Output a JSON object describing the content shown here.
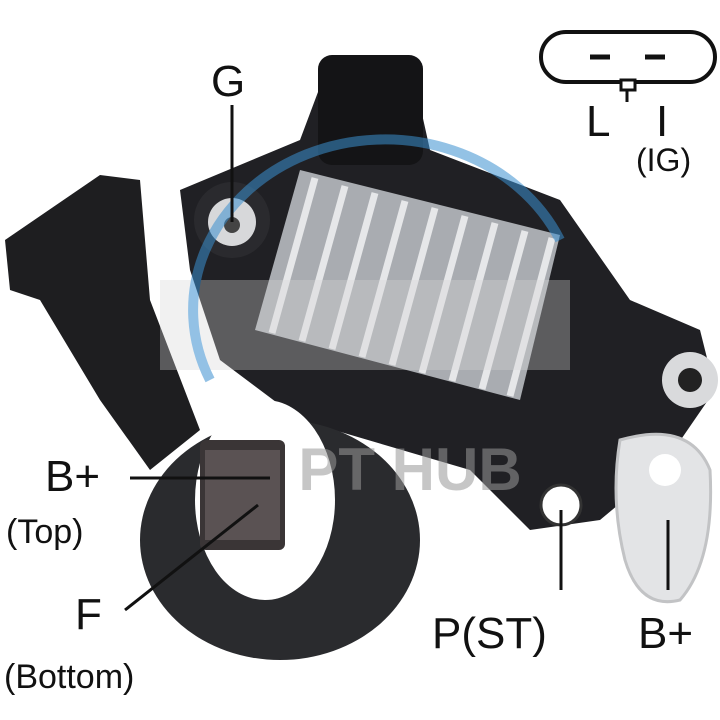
{
  "labels": {
    "g": "G",
    "l": "L",
    "i": "I",
    "ig": "(IG)",
    "b_plus_top": "B+",
    "top": "(Top)",
    "f": "F",
    "bottom": "(Bottom)",
    "p_st": "P(ST)",
    "b_plus_right": "B+"
  },
  "watermark": "PT HUB",
  "colors": {
    "housing": "#1c1c1e",
    "heatsink": "#b9bcc0",
    "watermark_blue": "#3b8fd0"
  }
}
